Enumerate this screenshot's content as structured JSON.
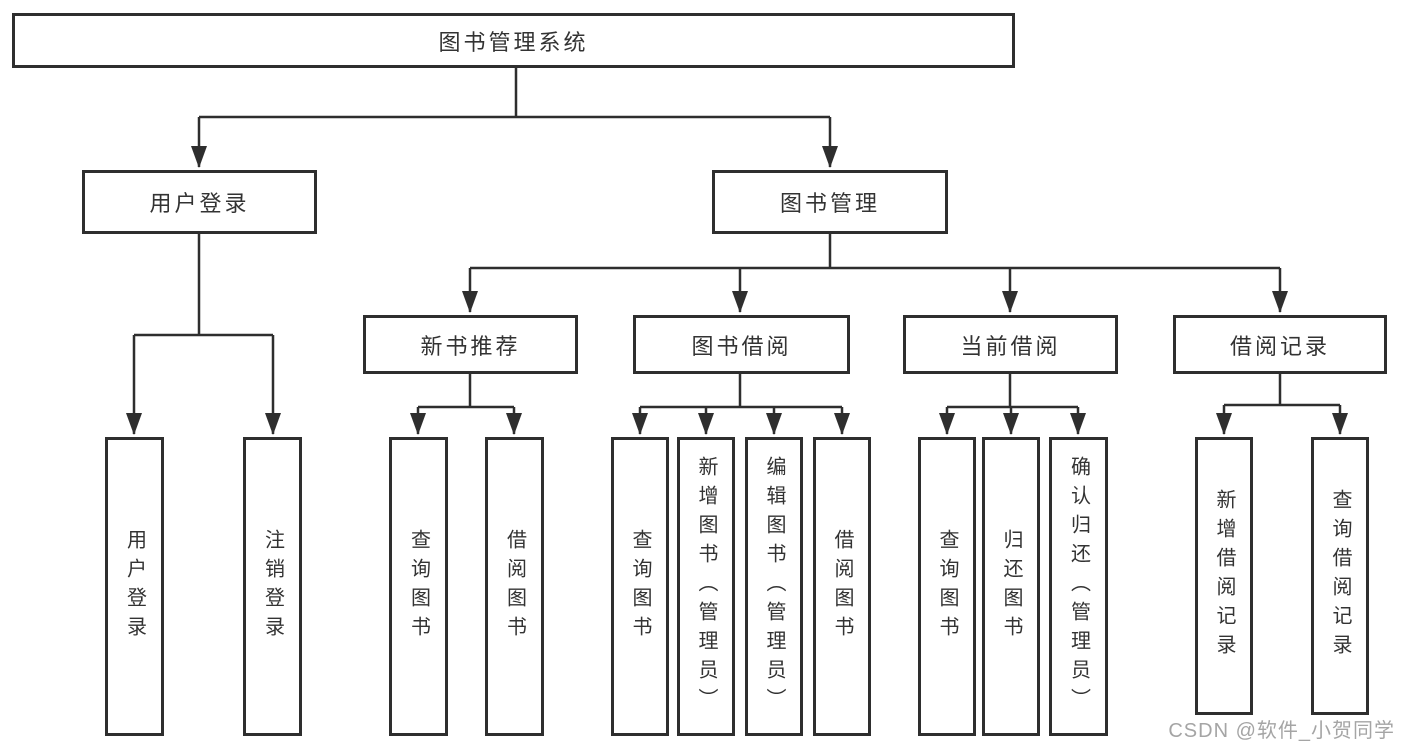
{
  "diagram": {
    "type": "tree-structure-chart",
    "colors": {
      "line": "#2e2e2e",
      "text": "#333333",
      "background": "#ffffff",
      "watermark": "#a5a5a5"
    }
  },
  "tree": {
    "root": {
      "label": "图书管理系统",
      "children": [
        {
          "label": "用户登录",
          "children": [
            {
              "label": "用户登录"
            },
            {
              "label": "注销登录"
            }
          ]
        },
        {
          "label": "图书管理",
          "children": [
            {
              "label": "新书推荐",
              "children": [
                {
                  "label": "查询图书"
                },
                {
                  "label": "借阅图书"
                }
              ]
            },
            {
              "label": "图书借阅",
              "children": [
                {
                  "label": "查询图书"
                },
                {
                  "label": "新增图书（管理员）"
                },
                {
                  "label": "编辑图书（管理员）"
                },
                {
                  "label": "借阅图书"
                }
              ]
            },
            {
              "label": "当前借阅",
              "children": [
                {
                  "label": "查询图书"
                },
                {
                  "label": "归还图书"
                },
                {
                  "label": "确认归还（管理员）"
                }
              ]
            },
            {
              "label": "借阅记录",
              "children": [
                {
                  "label": "新增借阅记录"
                },
                {
                  "label": "查询借阅记录"
                }
              ]
            }
          ]
        }
      ]
    }
  },
  "watermark": {
    "text": "CSDN @软件_小贺同学"
  }
}
